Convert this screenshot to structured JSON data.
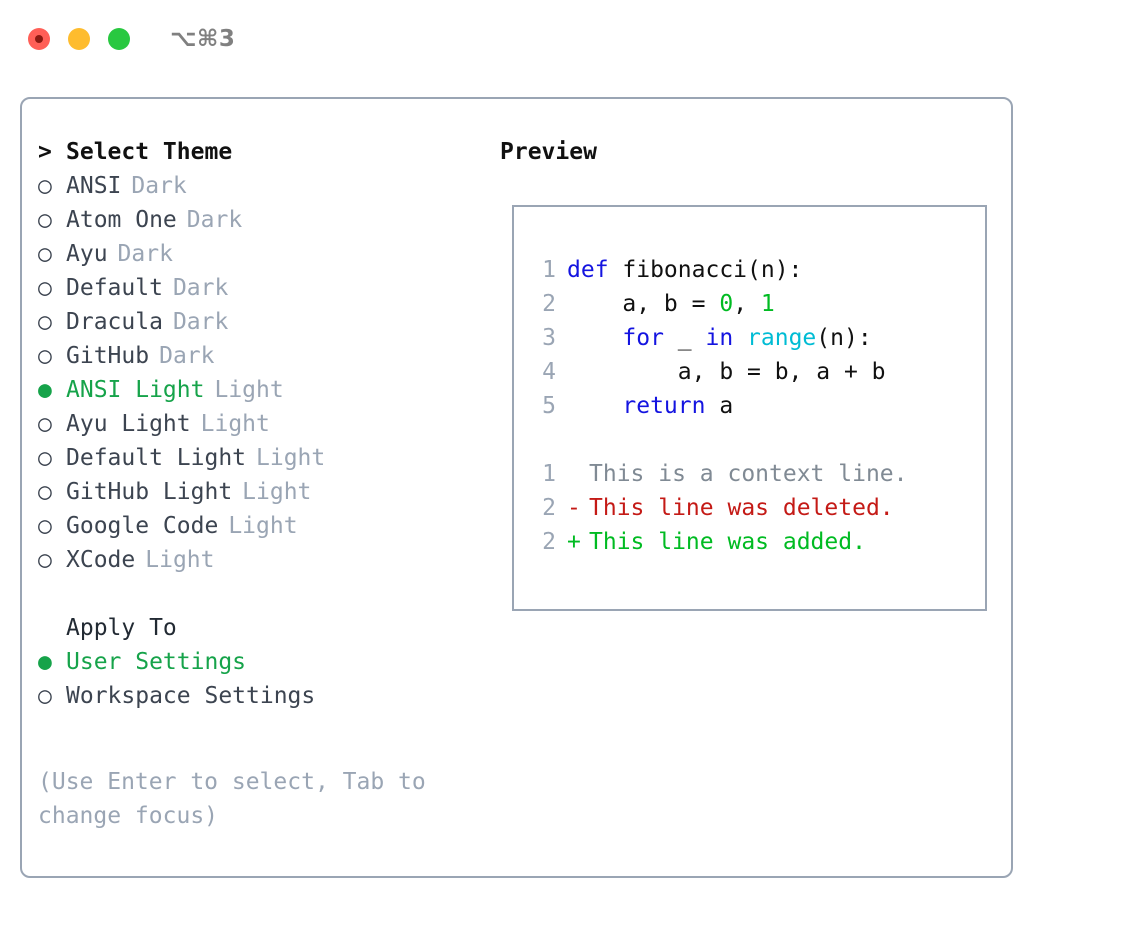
{
  "window": {
    "shortcut": "⌥⌘3",
    "traffic_lights": [
      {
        "name": "close-button",
        "color": "#ff5f57",
        "inner": "#8b1a12"
      },
      {
        "name": "minimize-button",
        "color": "#febc2e",
        "inner": "transparent"
      },
      {
        "name": "maximize-button",
        "color": "#28c840",
        "inner": "transparent"
      }
    ]
  },
  "theme_picker": {
    "header_marker": ">",
    "header": "Select Theme",
    "items": [
      {
        "marker": "○",
        "label": "ANSI",
        "suffix": "Dark",
        "selected": false
      },
      {
        "marker": "○",
        "label": "Atom One",
        "suffix": "Dark",
        "selected": false
      },
      {
        "marker": "○",
        "label": "Ayu",
        "suffix": "Dark",
        "selected": false
      },
      {
        "marker": "○",
        "label": "Default",
        "suffix": "Dark",
        "selected": false
      },
      {
        "marker": "○",
        "label": "Dracula",
        "suffix": "Dark",
        "selected": false
      },
      {
        "marker": "○",
        "label": "GitHub",
        "suffix": "Dark",
        "selected": false
      },
      {
        "marker": "●",
        "label": "ANSI Light",
        "suffix": "Light",
        "selected": true
      },
      {
        "marker": "○",
        "label": "Ayu Light",
        "suffix": "Light",
        "selected": false
      },
      {
        "marker": "○",
        "label": "Default Light",
        "suffix": "Light",
        "selected": false
      },
      {
        "marker": "○",
        "label": "GitHub Light",
        "suffix": "Light",
        "selected": false
      },
      {
        "marker": "○",
        "label": "Google Code",
        "suffix": "Light",
        "selected": false
      },
      {
        "marker": "○",
        "label": "XCode",
        "suffix": "Light",
        "selected": false
      }
    ]
  },
  "apply_to": {
    "header": "Apply To",
    "items": [
      {
        "marker": "●",
        "label": "User Settings",
        "selected": true
      },
      {
        "marker": "○",
        "label": "Workspace Settings",
        "selected": false
      }
    ]
  },
  "hint": "(Use Enter to select, Tab to change focus)",
  "preview": {
    "title": "Preview",
    "code_lines": [
      {
        "no": "1",
        "tokens": [
          {
            "t": "def",
            "c": "kw"
          },
          {
            "t": " fibonacci(n):",
            "c": "plain"
          }
        ]
      },
      {
        "no": "2",
        "tokens": [
          {
            "t": "    a, b = ",
            "c": "plain"
          },
          {
            "t": "0",
            "c": "num"
          },
          {
            "t": ", ",
            "c": "plain"
          },
          {
            "t": "1",
            "c": "num"
          }
        ]
      },
      {
        "no": "3",
        "tokens": [
          {
            "t": "    ",
            "c": "plain"
          },
          {
            "t": "for",
            "c": "kw"
          },
          {
            "t": " _ ",
            "c": "plain"
          },
          {
            "t": "in",
            "c": "kw"
          },
          {
            "t": " ",
            "c": "plain"
          },
          {
            "t": "range",
            "c": "fn"
          },
          {
            "t": "(n):",
            "c": "plain"
          }
        ]
      },
      {
        "no": "4",
        "tokens": [
          {
            "t": "        a, b = b, a + b",
            "c": "plain"
          }
        ]
      },
      {
        "no": "5",
        "tokens": [
          {
            "t": "    ",
            "c": "plain"
          },
          {
            "t": "return",
            "c": "kw"
          },
          {
            "t": " a",
            "c": "plain"
          }
        ]
      }
    ],
    "diff_lines": [
      {
        "no": "1",
        "mark": " ",
        "text": "This is a context line.",
        "kind": "ctx"
      },
      {
        "no": "2",
        "mark": "-",
        "text": "This line was deleted.",
        "kind": "del"
      },
      {
        "no": "2",
        "mark": "+",
        "text": "This line was added.",
        "kind": "add"
      }
    ]
  },
  "colors": {
    "accent_green": "#16a34a",
    "muted": "#9aa5b4",
    "text": "#3c4450",
    "keyword_blue": "#1414e0",
    "function_cyan": "#00bcd4",
    "number_green": "#00bb22",
    "diff_delete_red": "#c41a16",
    "diff_add_green": "#00bb22",
    "border": "#9aa5b4"
  }
}
